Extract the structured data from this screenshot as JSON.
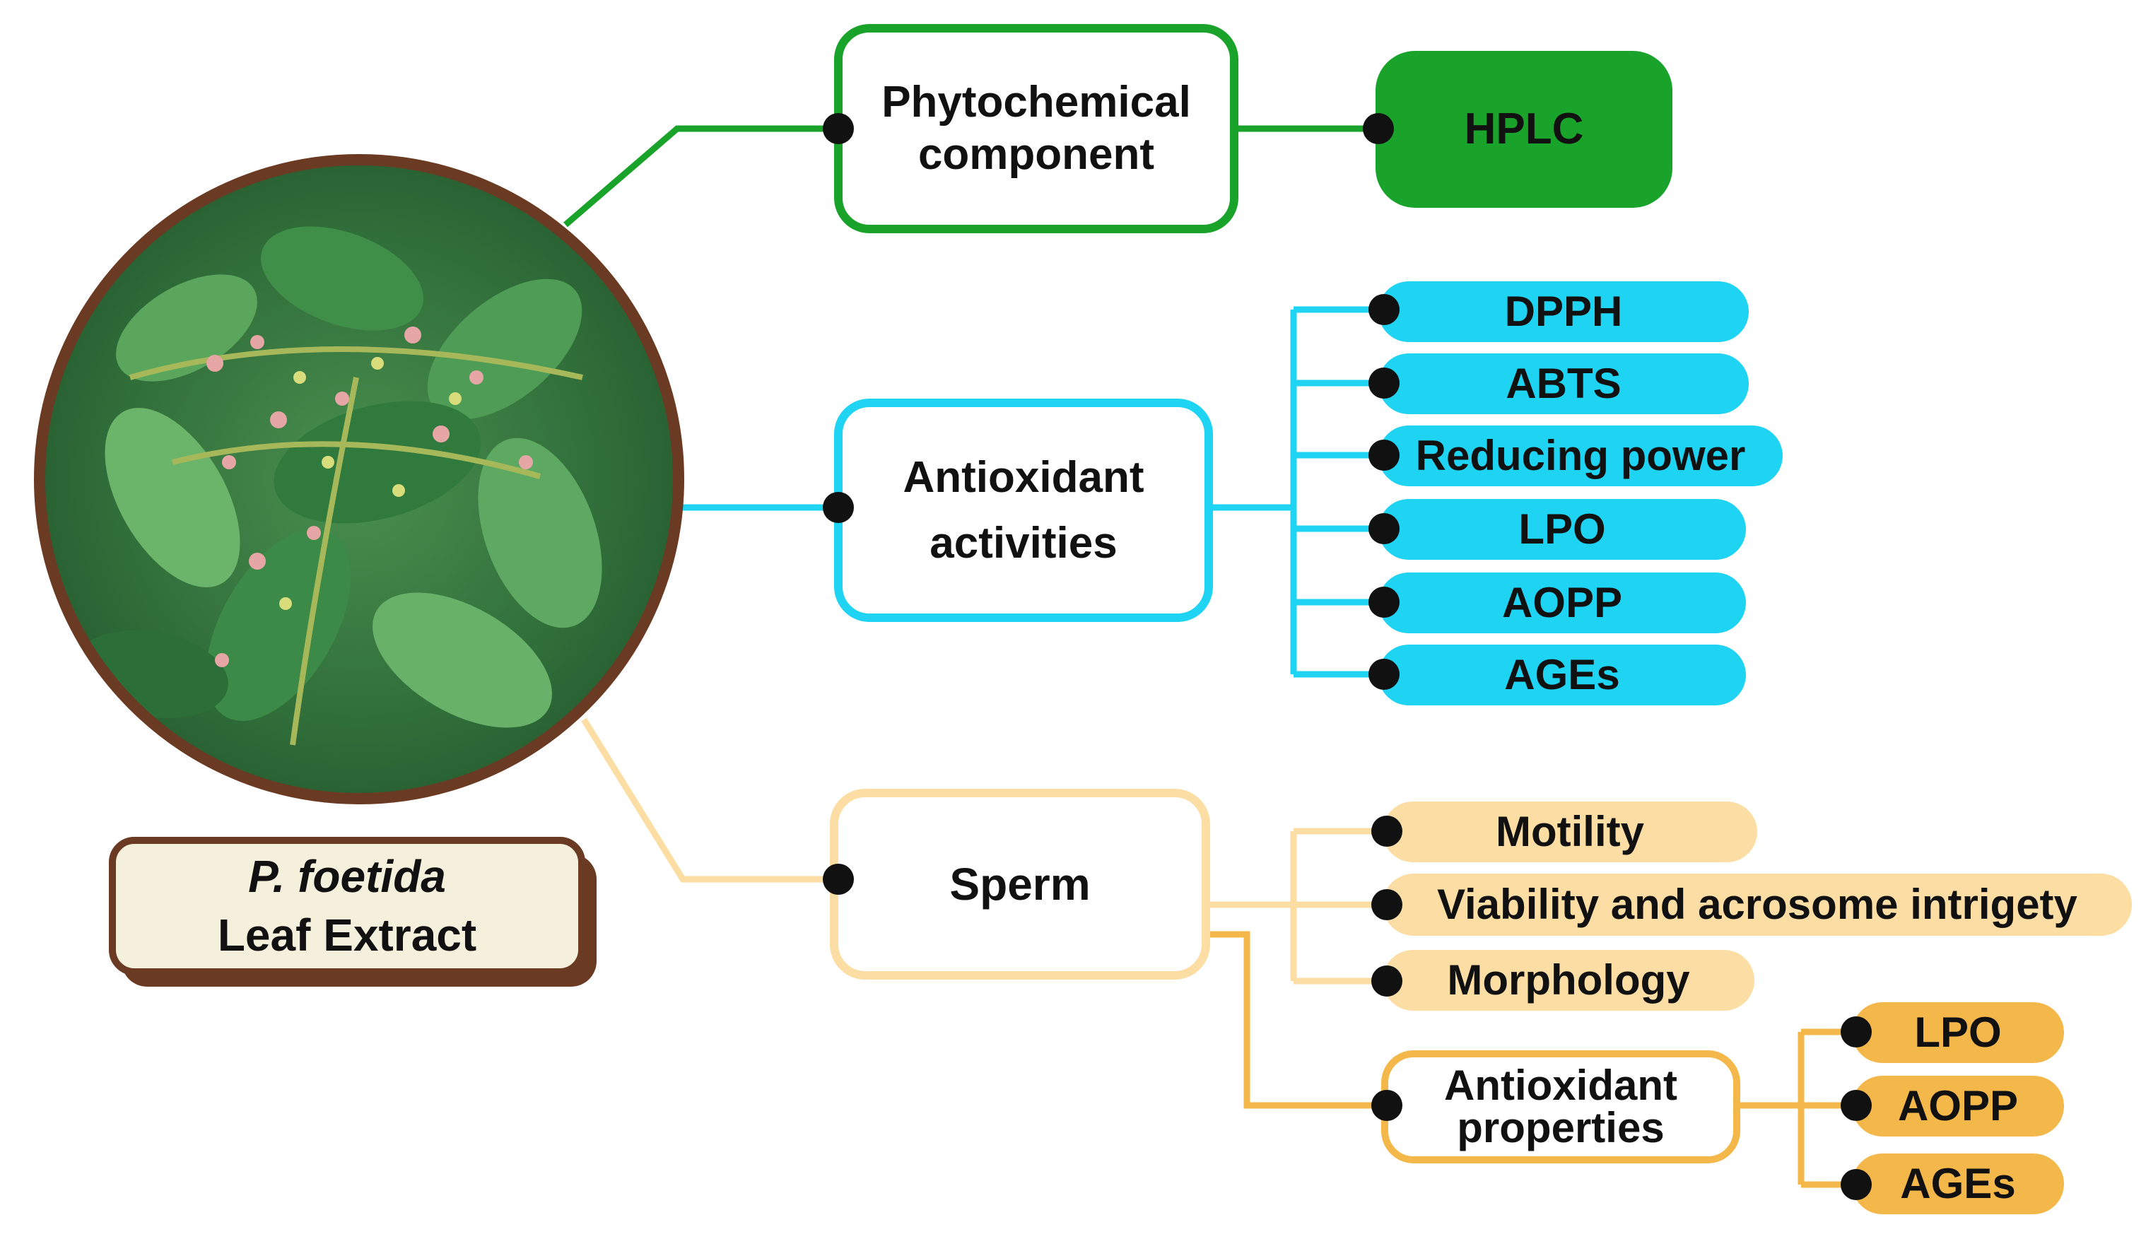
{
  "root": {
    "name_italic": "P. foetida",
    "name_rest": "Leaf Extract"
  },
  "colors": {
    "green": "#1aa32a",
    "cyan": "#1fd3f2",
    "light_orange": "#fcdda3",
    "orange": "#f4b74a",
    "brown": "#6b3a22"
  },
  "nodes": {
    "phytochemical": {
      "line1": "Phytochemical",
      "line2": "component"
    },
    "hplc": "HPLC",
    "antioxidant": {
      "line1": "Antioxidant",
      "line2": "activities"
    },
    "sperm": "Sperm",
    "sperm_antioxidant": {
      "line1": "Antioxidant",
      "line2": "properties"
    }
  },
  "antioxidant_assays": [
    "DPPH",
    "ABTS",
    "Reducing power",
    "LPO",
    "AOPP",
    "AGEs"
  ],
  "sperm_parameters": [
    "Motility",
    "Viability and acrosome intrigety",
    "Morphology"
  ],
  "sperm_antioxidant_markers": [
    "LPO",
    "AOPP",
    "AGEs"
  ]
}
